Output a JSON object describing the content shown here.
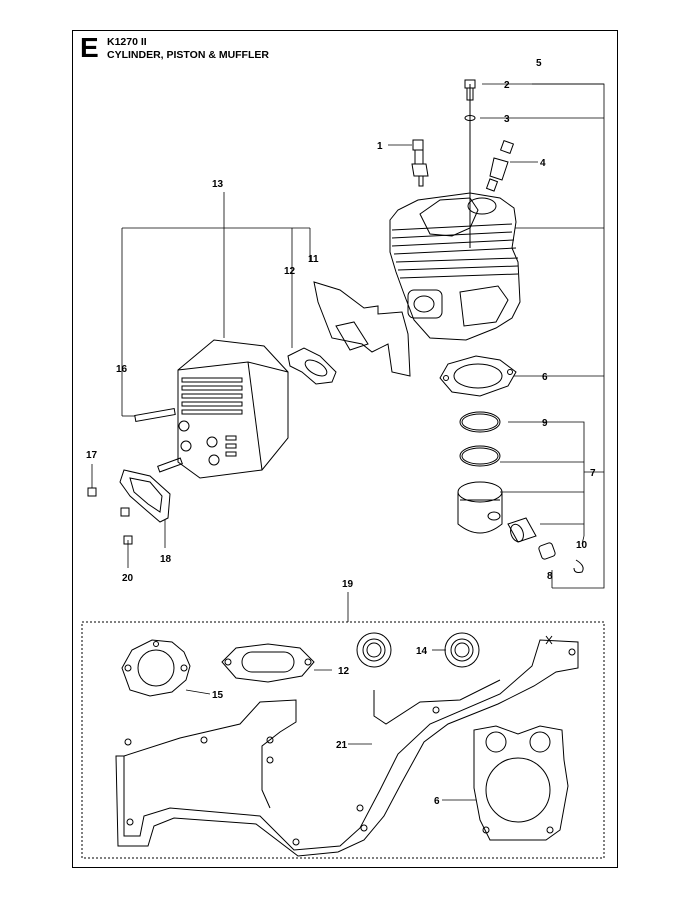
{
  "header": {
    "section_letter": "E",
    "model": "K1270 II",
    "title": "CYLINDER, PISTON & MUFFLER"
  },
  "callouts": {
    "c1": "1",
    "c2": "2",
    "c3": "3",
    "c4": "4",
    "c5": "5",
    "c6": "6",
    "c7": "7",
    "c8": "8",
    "c9": "9",
    "c10": "10",
    "c11": "11",
    "c12": "12",
    "c13": "13",
    "c16": "16",
    "c17": "17",
    "c18": "18",
    "c20": "20",
    "k19": "19",
    "k12": "12",
    "k14": "14",
    "k15": "15",
    "k21": "21",
    "k6": "6"
  }
}
